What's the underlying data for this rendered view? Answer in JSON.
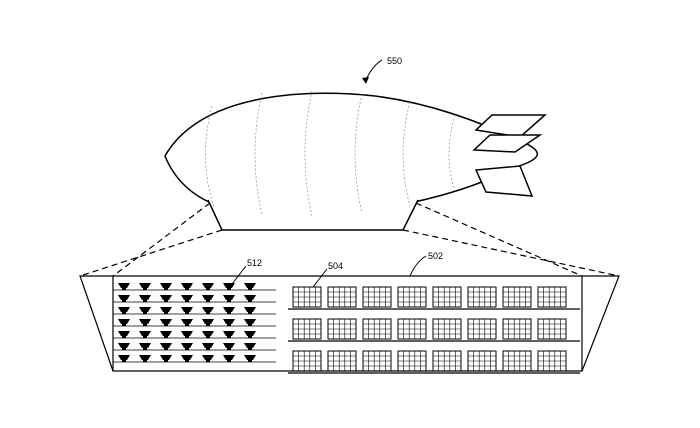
{
  "labels": {
    "airship": "550",
    "drone_bays": "512",
    "shelving_unit": "504",
    "storage_area": "502"
  },
  "layout": {
    "drone_rows": 7,
    "drone_cols": 7,
    "shelf_rows": 3,
    "shelf_cols": 8
  },
  "colors": {
    "ink": "#000000",
    "paper": "#ffffff"
  }
}
